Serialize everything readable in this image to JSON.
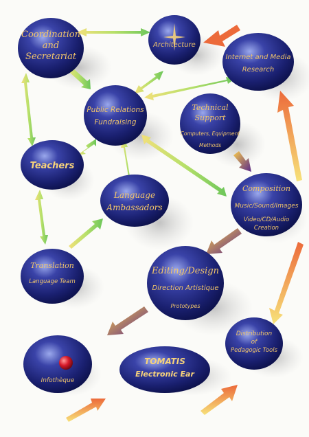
{
  "nodes": {
    "coordination": {
      "line1": "Coordination",
      "line2": "and",
      "line3": "Secretariat"
    },
    "architecture": {
      "label": "Architecture"
    },
    "internet": {
      "line1": "Internet and Media",
      "line2": "Research"
    },
    "public_relations": {
      "line1": "Public Relations",
      "line2": "Fundraising"
    },
    "technical": {
      "line1": "Technical",
      "line2": "Support",
      "line3": "Computers, Equipment",
      "line4": "Methods"
    },
    "teachers": {
      "label": "Teachers"
    },
    "language_ambassadors": {
      "line1": "Language",
      "line2": "Ambassadors"
    },
    "composition": {
      "line1": "Composition",
      "line2": "Music/Sound/Images",
      "line3": "Video/CD/Audio",
      "line4": "Creation"
    },
    "translation": {
      "line1": "Translation",
      "line2": "Language Team"
    },
    "editing": {
      "line1": "Editing/Design",
      "line2": "Direction Artistique",
      "line3": "Prototypes"
    },
    "distribution": {
      "line1": "Distribution",
      "line2": "of",
      "line3": "Pedagogic Tools"
    },
    "infotheque": {
      "label": "Infothèque"
    },
    "tomatis": {
      "line1": "TOMATIS",
      "line2": "Electronic Ear"
    }
  },
  "colors": {
    "sphere_dark": "#0c1250",
    "sphere_mid": "#2a3292",
    "sphere_light": "#8f9fe6",
    "label_gold": "#f3c66a",
    "arrow_green": "#7ec850",
    "arrow_orange": "#f08a3a",
    "arrow_purple": "#6a3a9a",
    "shadow": "#c9c9c9"
  },
  "icons": [
    "star-glint-icon",
    "red-dot-icon"
  ]
}
